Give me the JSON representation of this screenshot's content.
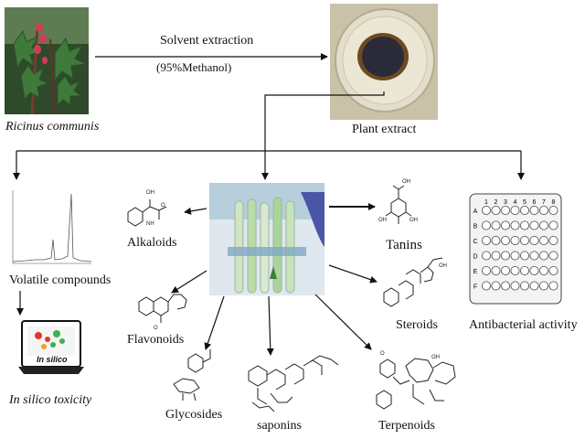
{
  "step1": {
    "line1": "Solvent extraction",
    "line2": "(95%Methanol)"
  },
  "source_plant": {
    "label": "Ricinus communis"
  },
  "extract": {
    "label": "Plant extract"
  },
  "outputs": {
    "volatile": "Volatile compounds",
    "in_silico": "In silico toxicity",
    "in_silico_screen_text": "In silico",
    "antibacterial": "Antibacterial activity"
  },
  "plate": {
    "cols": [
      "1",
      "2",
      "3",
      "4",
      "5",
      "6",
      "7",
      "8"
    ],
    "rows": [
      "A",
      "B",
      "C",
      "D",
      "E",
      "F"
    ]
  },
  "phyto": {
    "alkaloids": "Alkaloids",
    "flavonoids": "Flavonoids",
    "glycosides": "Glycosides",
    "saponins": "saponins",
    "terpenoids": "Terpenoids",
    "steroids": "Steroids",
    "tanins": "Tanins"
  },
  "colors": {
    "arrow": "#111111",
    "plant_leaf": "#3f7a3a",
    "flower": "#d23b55",
    "extract": "#2b2a38",
    "dish": "#d9d3c2"
  }
}
